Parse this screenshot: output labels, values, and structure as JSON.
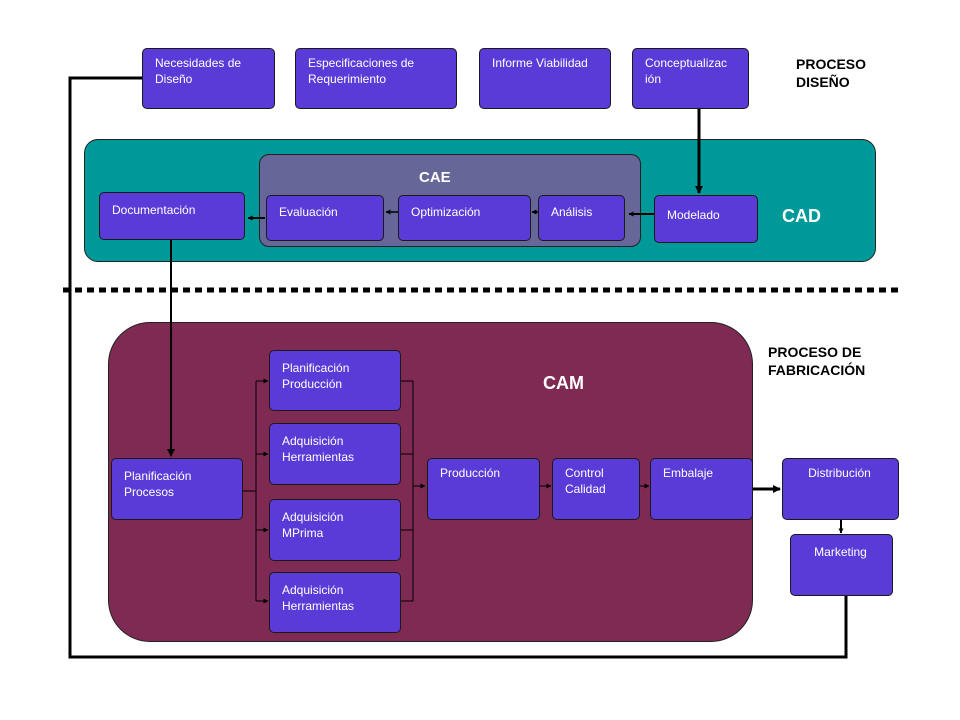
{
  "design_process": {
    "label": "PROCESO\nDISEÑO",
    "steps": [
      "Necesidades de\nDiseño",
      "Especificaciones de\nRequerimiento",
      "Informe Viabilidad",
      "Conceptualizac\nión"
    ]
  },
  "cad": {
    "title": "CAD",
    "modelado": "Modelado",
    "documentacion": "Documentación",
    "cae": {
      "title": "CAE",
      "analisis": "Análisis",
      "optimizacion": "Optimización",
      "evaluacion": "Evaluación"
    }
  },
  "manufacturing_process": {
    "label": "PROCESO DE\nFABRICACIÓN"
  },
  "cam": {
    "title": "CAM",
    "planificacion_procesos": "Planificación\nProcesos",
    "parallel": [
      "Planificación\nProducción",
      "Adquisición\nHerramientas",
      "Adquisición\nMPrima",
      "Adquisición\nHerramientas"
    ],
    "produccion": "Producción",
    "control_calidad": "Control\nCalidad",
    "embalaje": "Embalaje"
  },
  "distribucion": "Distribución",
  "marketing": "Marketing",
  "colors": {
    "box": "#5b3bd8",
    "cad_region": "#009999",
    "cae_region": "#666699",
    "cam_region": "#7f2a52"
  }
}
